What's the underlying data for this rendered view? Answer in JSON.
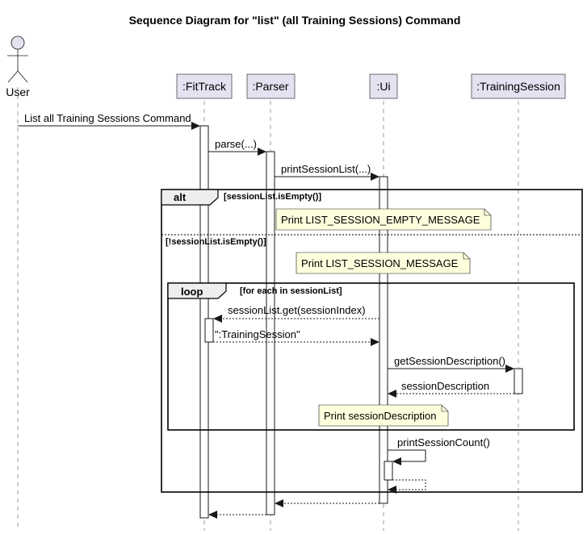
{
  "title": "Sequence Diagram for \"list\" (all Training Sessions) Command",
  "actor": {
    "name": "User"
  },
  "participants": [
    ":FitTrack",
    ":Parser",
    ":Ui",
    ":TrainingSession"
  ],
  "messages": {
    "m1": "List all Training Sessions Command",
    "m2": "parse(...)",
    "m3": "printSessionList(...)",
    "m4": "sessionList.get(sessionIndex)",
    "m5": "\":TrainingSession\"",
    "m6": "getSessionDescription()",
    "m7": "sessionDescription",
    "m8": "printSessionCount()"
  },
  "alt_fragment": {
    "keyword": "alt",
    "guard1": "[sessionList.isEmpty()]",
    "guard2": "[!sessionList.isEmpty()]"
  },
  "loop_fragment": {
    "keyword": "loop",
    "guard": "[for each in sessionList]"
  },
  "notes": {
    "n1": "Print LIST_SESSION_EMPTY_MESSAGE",
    "n2": "Print LIST_SESSION_MESSAGE",
    "n3": "Print sessionDescription"
  }
}
